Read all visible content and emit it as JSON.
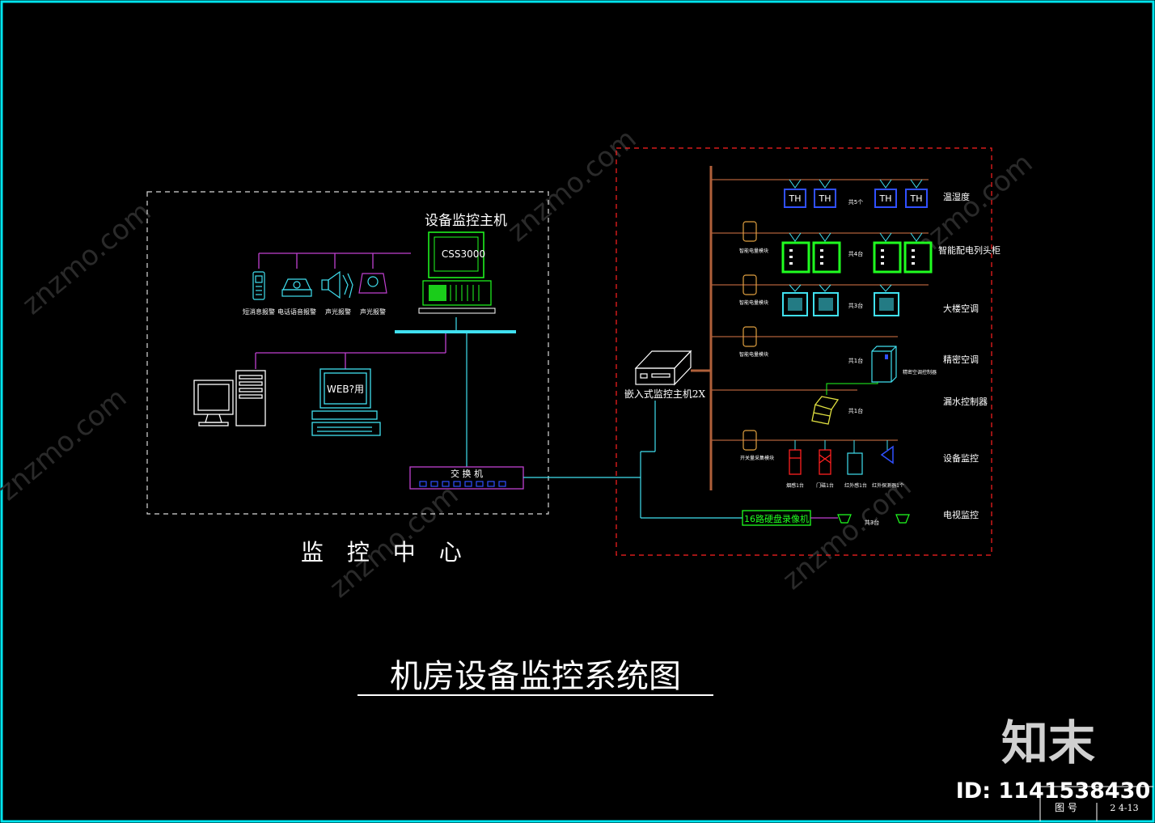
{
  "colors": {
    "frame": "#00e5ee",
    "dashed_white": "#d8d8d8",
    "dashed_red": "#ff2020",
    "magenta": "#c040d0",
    "cyan": "#40e0f0",
    "green": "#20ff20",
    "brown": "#b0603a",
    "white": "#ffffff",
    "blue": "#3050ff",
    "orange": "#e0a040",
    "yellow": "#e0e040"
  },
  "monitor_center": {
    "host_title": "设备监控主机",
    "host_screen": "CSS3000",
    "alarms": [
      "短消息报警",
      "电话语音报警",
      "声光报警",
      "声光报警"
    ],
    "web_label": "WEB?用",
    "switch_label": "交 换 机",
    "caption": "监  控  中  心"
  },
  "field": {
    "embedded_host": "嵌入式监控主机2X",
    "rows": [
      {
        "label": "温湿度",
        "items": [
          "TH",
          "TH",
          "TH",
          "TH"
        ],
        "note": "共5个"
      },
      {
        "label": "智能配电列头柜",
        "module": "智能电量模块",
        "note": "共4台"
      },
      {
        "label": "大楼空调",
        "module": "智能电量模块",
        "note": "共3台"
      },
      {
        "label": "精密空调",
        "module": "智能电量模块",
        "note": "共1台",
        "extra": "精密空调控制器"
      },
      {
        "label": "漏水控制器",
        "note": "共1台"
      },
      {
        "label": "设备监控",
        "module": "开关量采集模块",
        "sub": [
          "烟感1台",
          "门磁1台",
          "红外感1台",
          "红外探测器1个"
        ]
      },
      {
        "label": "电视监控",
        "recorder": "16路硬盘录像机",
        "note": "共3台"
      }
    ]
  },
  "title": "机房设备监控系统图",
  "watermark": {
    "site": "znzmo.com",
    "brand": "知末",
    "id": "ID: 1141538430"
  },
  "titleblock": {
    "label": "图 号",
    "value": "2 4-13"
  }
}
